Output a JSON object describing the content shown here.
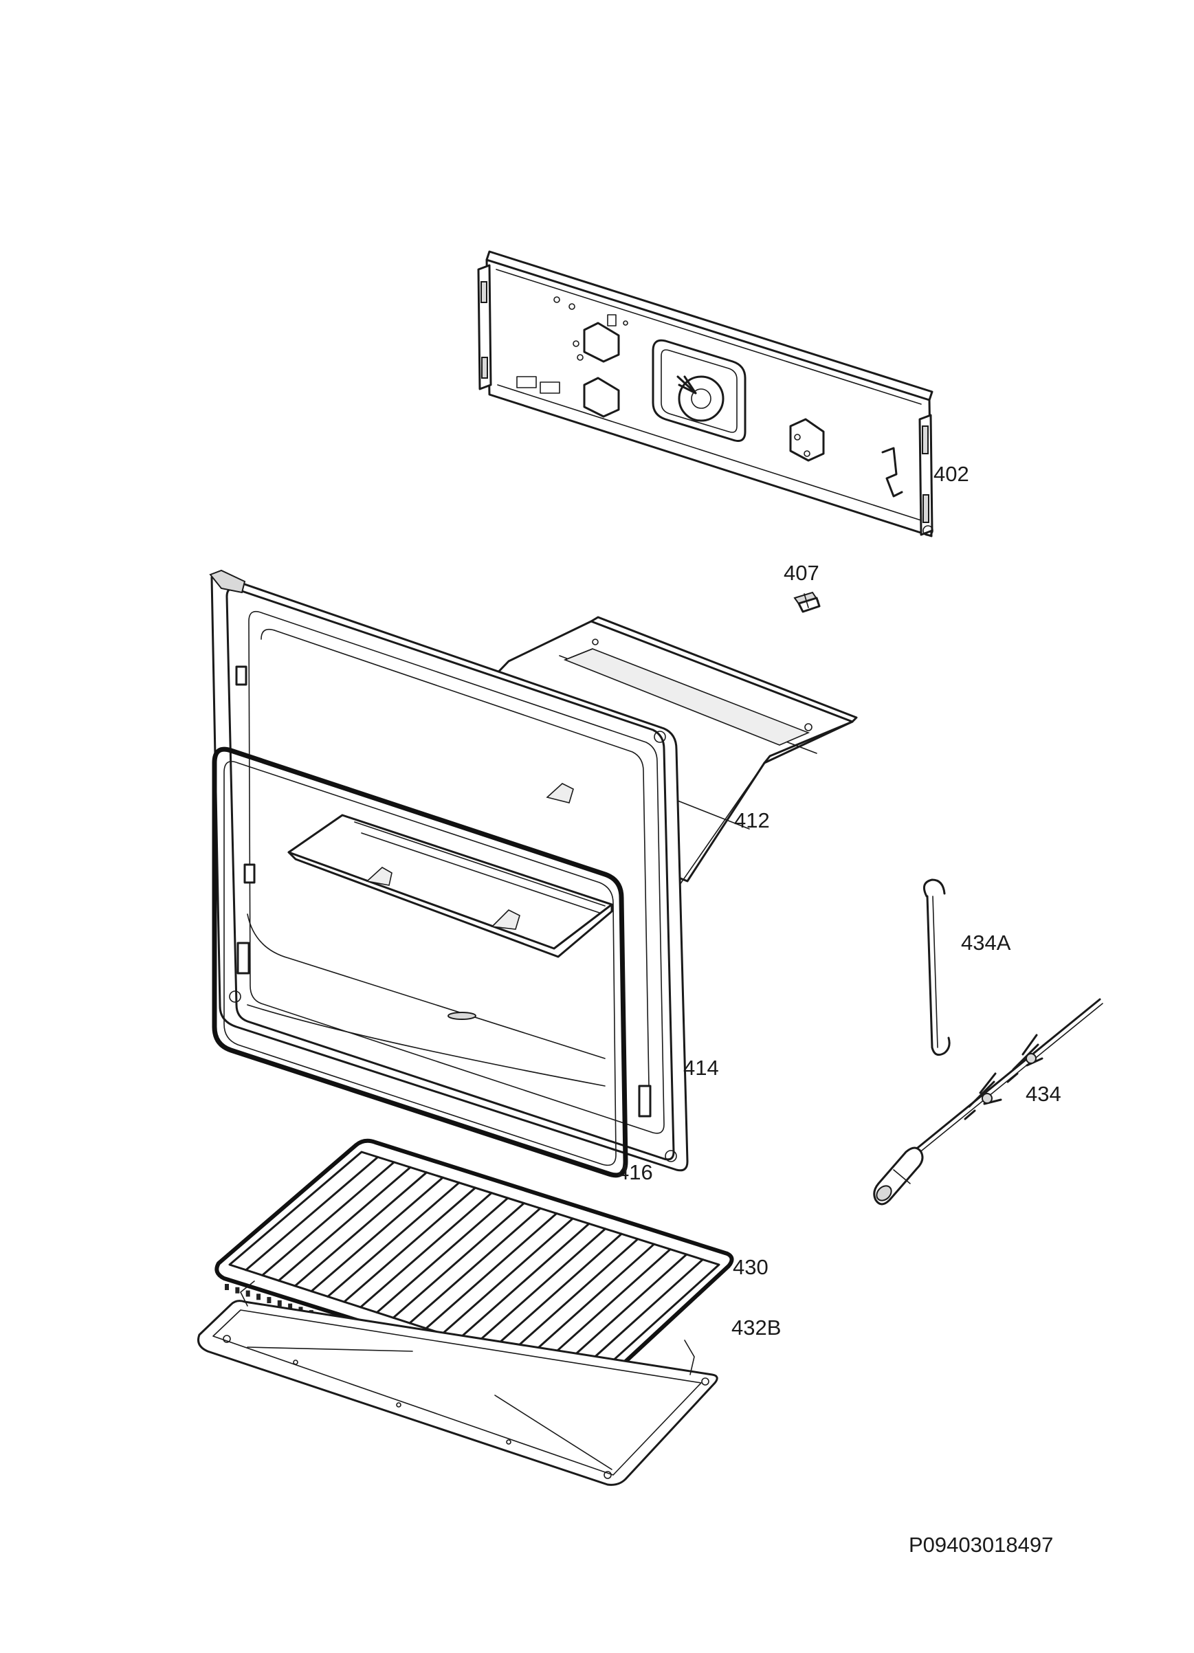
{
  "parts": [
    {
      "id": "402",
      "label": "402"
    },
    {
      "id": "407",
      "label": "407"
    },
    {
      "id": "412",
      "label": "412"
    },
    {
      "id": "414",
      "label": "414"
    },
    {
      "id": "416",
      "label": "416"
    },
    {
      "id": "430",
      "label": "430"
    },
    {
      "id": "432B",
      "label": "432B"
    },
    {
      "id": "434A",
      "label": "434A"
    },
    {
      "id": "434",
      "label": "434"
    }
  ],
  "document_code": "P09403018497"
}
